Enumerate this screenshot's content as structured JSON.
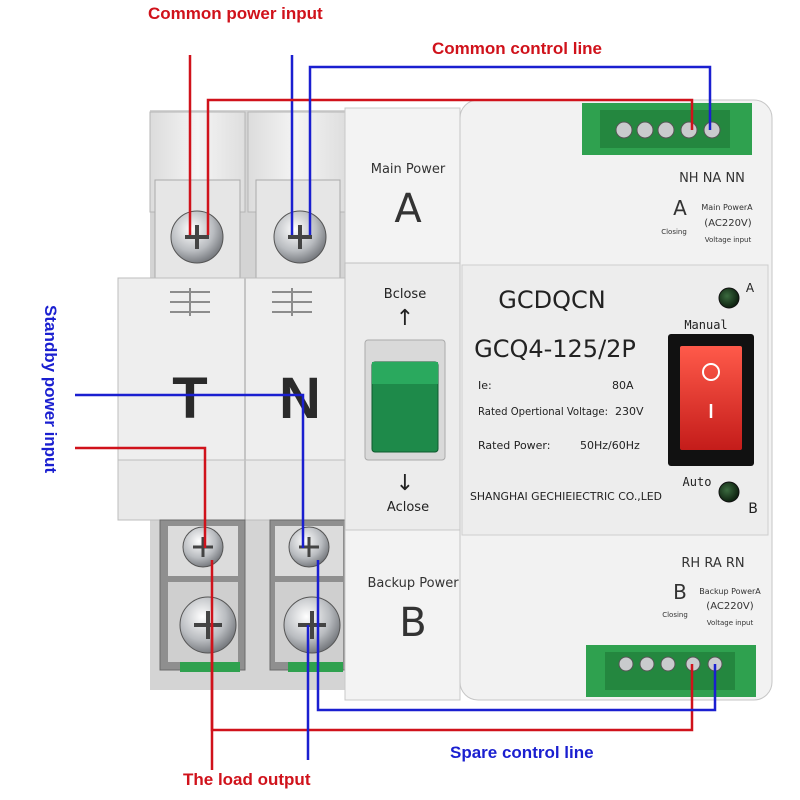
{
  "callouts": {
    "common_power_input": "Common power input",
    "common_control_line": "Common control line",
    "standby_power_input": "Standby power input",
    "spare_control_line": "Spare control line",
    "load_output": "The load output"
  },
  "breaker": {
    "pole_left": "T",
    "pole_right": "N"
  },
  "switch_module": {
    "main_power_label": "Main Power",
    "main_power_letter": "A",
    "bclose": "Bclose",
    "aclose": "Aclose",
    "backup_power_label": "Backup Power",
    "backup_power_letter": "B"
  },
  "controller": {
    "brand": "GCDQCN",
    "model": "GCQ4-125/2P",
    "ie_label": "Ie:",
    "ie_value": "80A",
    "voltage_label": "Rated Opertional Voltage:",
    "voltage_value": "230V",
    "power_label": "Rated Power:",
    "power_value": "50Hz/60Hz",
    "manufacturer": "SHANGHAI GECHIEIECTRIC CO.,LED",
    "manual": "Manual",
    "auto": "Auto",
    "led_a": "A",
    "led_b": "B",
    "top_terminals": "NH NA NN",
    "top_letter": "A",
    "top_closing": "Closing",
    "top_desc1": "Main PowerA",
    "top_desc2": "(AC220V)",
    "top_desc3": "Voltage input",
    "bottom_terminals": "RH RA RN",
    "bottom_letter": "B",
    "bottom_closing": "Closing",
    "bottom_desc1": "Backup PowerA",
    "bottom_desc2": "(AC220V)",
    "bottom_desc3": "Voltage input"
  },
  "colors": {
    "red_wire": "#d0121b",
    "blue_wire": "#1a1fd0",
    "housing": "#ececec",
    "terminal_green": "#2fa14f",
    "rocker_red": "#e8302c"
  }
}
